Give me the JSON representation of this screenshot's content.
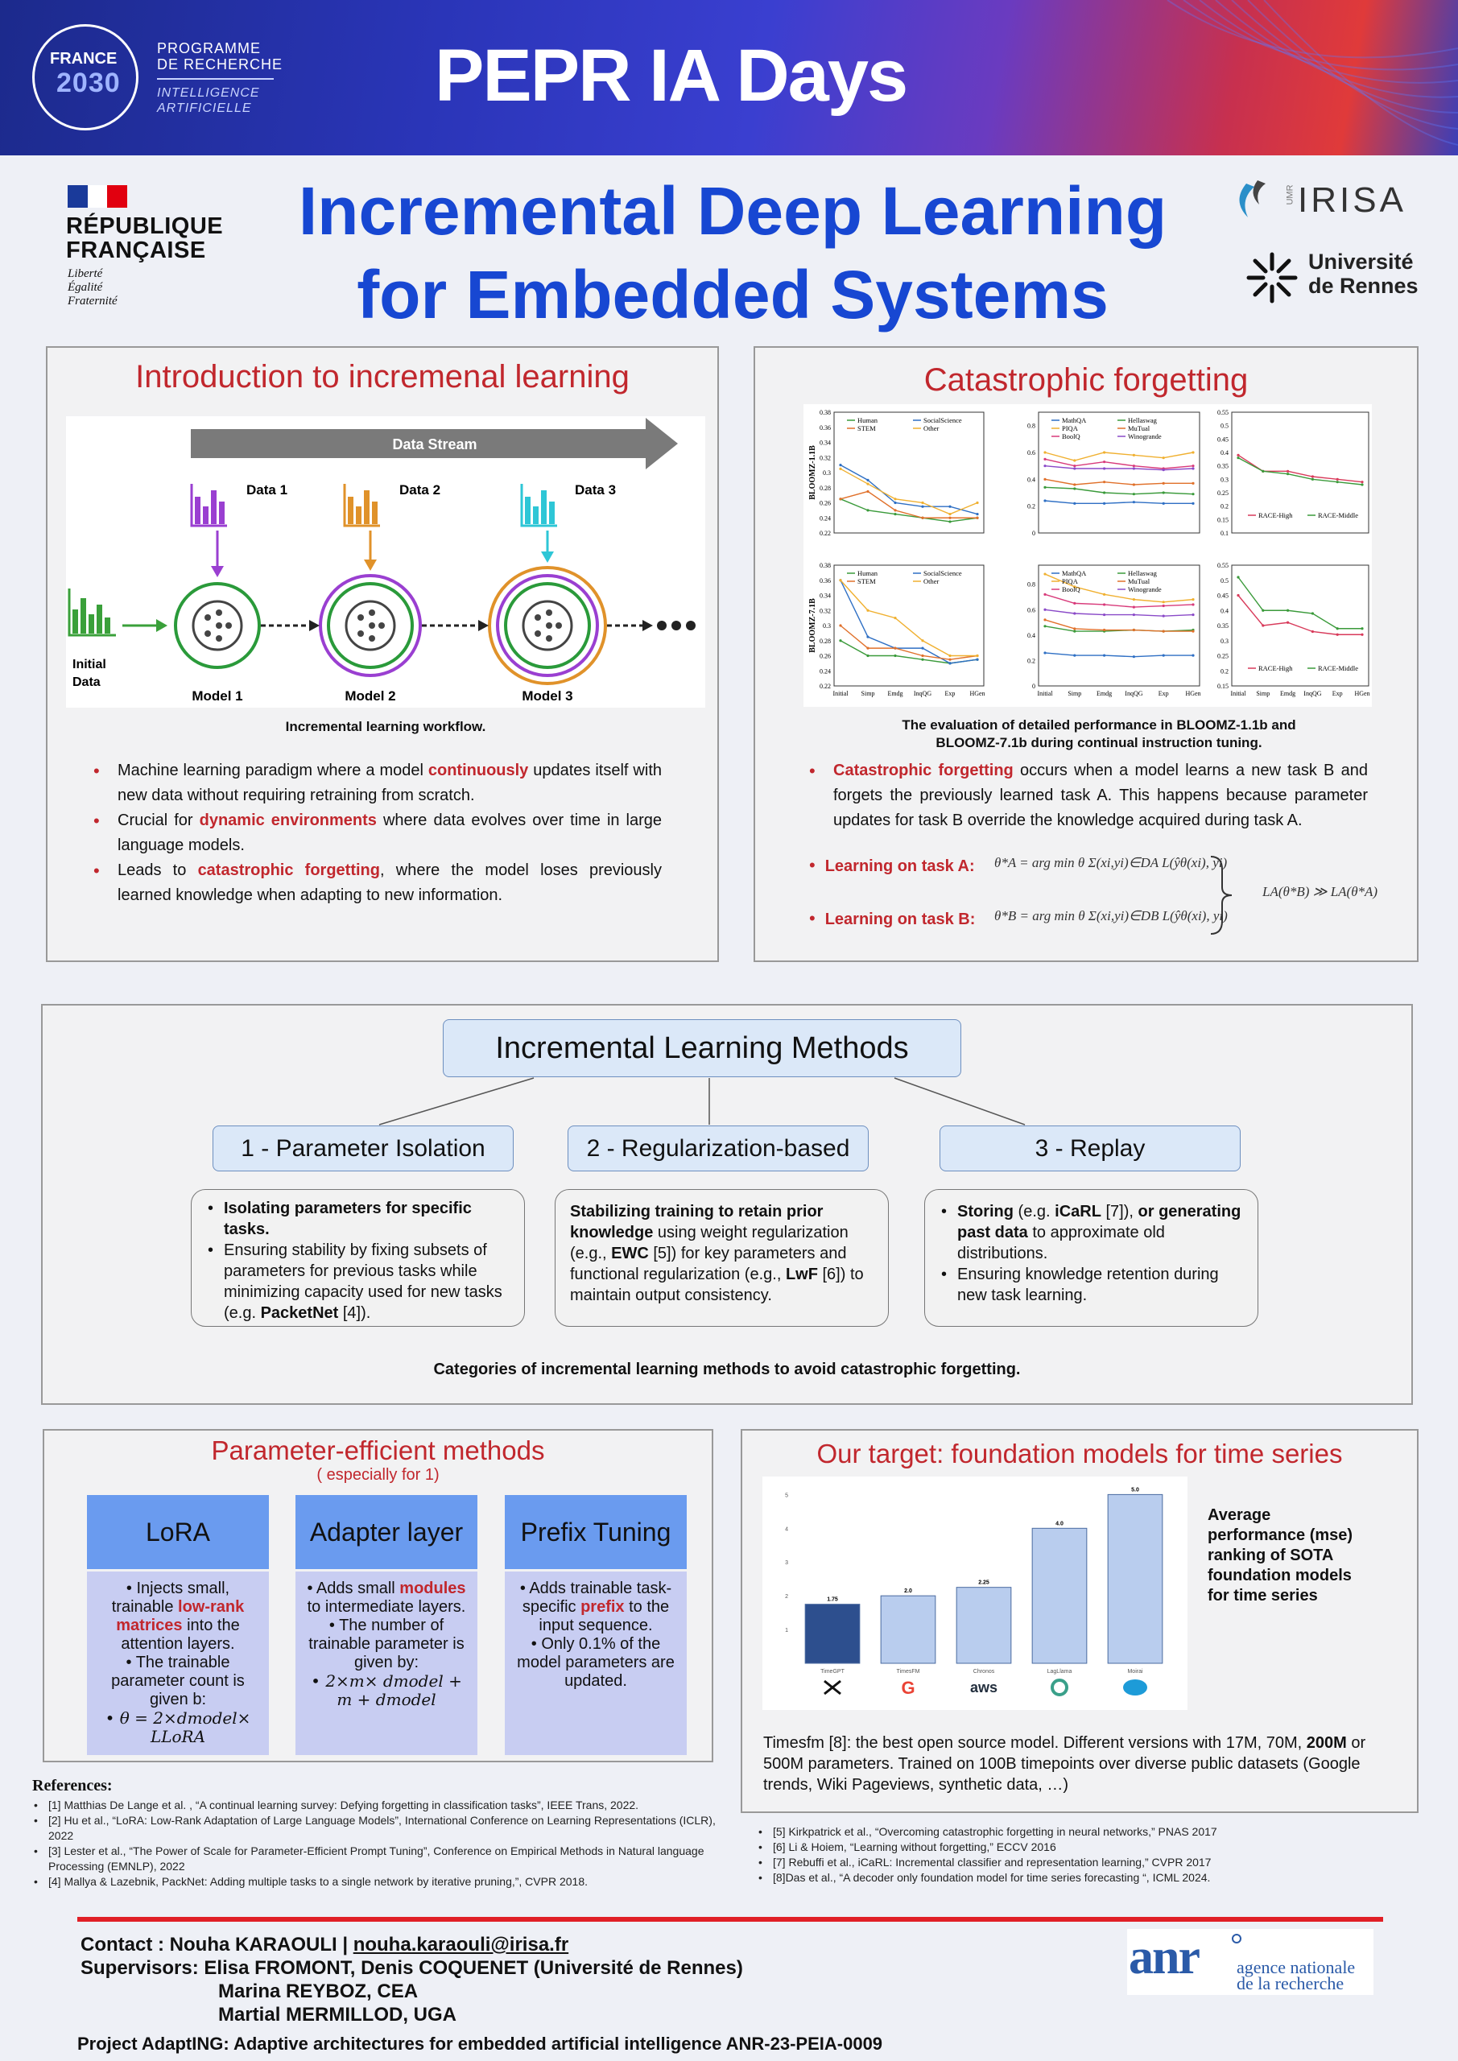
{
  "banner": {
    "france": "FRANCE",
    "year": "2030",
    "programme": "PROGRAMME\nDE RECHERCHE",
    "ia": "INTELLIGENCE\nARTIFICIELLE",
    "title": "PEPR IA Days"
  },
  "header": {
    "rf_name": "RÉPUBLIQUE\nFRANÇAISE",
    "rf_motto": "Liberté\nÉgalité\nFraternité",
    "title_line1": "Incremental Deep Learning",
    "title_line2": "for Embedded Systems",
    "irisa": "IRISA",
    "irisa_umr": "UMR",
    "univ": "Université\nde Rennes"
  },
  "intro": {
    "title": "Introduction to incremenal learning",
    "stream_label": "Data Stream",
    "data_labels": [
      "Data 1",
      "Data 2",
      "Data 3"
    ],
    "initial_label": "Initial\nData",
    "model_labels": [
      "Model 1",
      "Model 2",
      "Model 3"
    ],
    "caption": "Incremental learning workflow.",
    "bullets": [
      {
        "pre": "Machine learning paradigm where a model ",
        "hl": "continuously",
        "post": " updates itself with new data without requiring retraining from scratch."
      },
      {
        "pre": "Crucial for ",
        "hl": "dynamic environments",
        "post": " where data evolves over time in large language models."
      },
      {
        "pre": "Leads to ",
        "hl": "catastrophic forgetting",
        "post": ", where the model loses previously learned knowledge when adapting to new information."
      }
    ]
  },
  "cf": {
    "title": "Catastrophic forgetting",
    "caption": "The evaluation of detailed performance in BLOOMZ-1.1b and BLOOMZ-7.1b during continual instruction tuning.",
    "bullet1_hl": "Catastrophic forgetting",
    "bullet1_post": " occurs when a model learns a new task B and forgets the previously learned task A. This happens because parameter updates for task B override the knowledge acquired during task A.",
    "task_a": "Learning on task A:",
    "task_b": "Learning on task B:",
    "eq_a": "θ*A = arg min θ Σ(xi,yi)∈DA L(ŷθ(xi), yi)",
    "eq_b": "θ*B = arg min θ Σ(xi,yi)∈DB L(ŷθ(xi), yi)",
    "eq_result": "LA(θ*B) ≫ LA(θ*A)"
  },
  "cf_chart": {
    "x_ticks": [
      "Initial",
      "Simp",
      "Emdg",
      "InqQG",
      "Exp",
      "HGen"
    ],
    "row_labels": [
      "BLOOMZ-1.1B",
      "BLOOMZ-7.1B"
    ]
  },
  "chart_data": [
    {
      "type": "line",
      "title": "",
      "ylabel": "BLOOMZ-1.1B",
      "x": [
        "Initial",
        "Simp",
        "Emdg",
        "InqQG",
        "Exp",
        "HGen"
      ],
      "ylim": [
        0.22,
        0.38
      ],
      "yticks": [
        "0.38",
        "0.36",
        "0.34",
        "0.32",
        "0.3",
        "0.28",
        "0.26",
        "0.24",
        "0.22"
      ],
      "series": [
        {
          "name": "Human",
          "color": "#3a9a3a",
          "values": [
            0.265,
            0.25,
            0.245,
            0.24,
            0.235,
            0.24
          ]
        },
        {
          "name": "SocialScience",
          "color": "#2e6fc4",
          "values": [
            0.31,
            0.29,
            0.26,
            0.255,
            0.255,
            0.245
          ]
        },
        {
          "name": "STEM",
          "color": "#e0702a",
          "values": [
            0.265,
            0.275,
            0.25,
            0.24,
            0.24,
            0.24
          ]
        },
        {
          "name": "Other",
          "color": "#f0b030",
          "values": [
            0.305,
            0.285,
            0.265,
            0.26,
            0.245,
            0.26
          ]
        }
      ]
    },
    {
      "type": "line",
      "title": "",
      "x": [
        "Initial",
        "Simp",
        "Emdg",
        "InqQG",
        "Exp",
        "HGen"
      ],
      "ylim": [
        0,
        0.9
      ],
      "yticks": [
        "0.8",
        "0.6",
        "0.4",
        "0.2",
        "0"
      ],
      "series": [
        {
          "name": "MathQA",
          "color": "#2e6fc4",
          "values": [
            0.24,
            0.22,
            0.22,
            0.23,
            0.22,
            0.22
          ]
        },
        {
          "name": "Hellaswag",
          "color": "#3a9a3a",
          "values": [
            0.34,
            0.33,
            0.3,
            0.29,
            0.3,
            0.29
          ]
        },
        {
          "name": "PIQA",
          "color": "#f0b030",
          "values": [
            0.6,
            0.54,
            0.6,
            0.58,
            0.56,
            0.6
          ]
        },
        {
          "name": "MuTual",
          "color": "#e0702a",
          "values": [
            0.4,
            0.36,
            0.38,
            0.36,
            0.37,
            0.37
          ]
        },
        {
          "name": "BoolQ",
          "color": "#d83a7a",
          "values": [
            0.55,
            0.5,
            0.53,
            0.5,
            0.48,
            0.5
          ]
        },
        {
          "name": "Winogrande",
          "color": "#8a4ac8",
          "values": [
            0.5,
            0.48,
            0.48,
            0.48,
            0.47,
            0.48
          ]
        }
      ]
    },
    {
      "type": "line",
      "title": "",
      "x": [
        "Initial",
        "Simp",
        "Emdg",
        "InqQG",
        "Exp",
        "HGen"
      ],
      "ylim": [
        0.1,
        0.55
      ],
      "yticks": [
        "0.55",
        "0.5",
        "0.45",
        "0.4",
        "0.35",
        "0.3",
        "0.25",
        "0.2",
        "0.15",
        "0.1"
      ],
      "series": [
        {
          "name": "RACE-High",
          "color": "#d83a5a",
          "values": [
            0.39,
            0.33,
            0.33,
            0.31,
            0.3,
            0.29
          ]
        },
        {
          "name": "RACE-Middle",
          "color": "#3a9a3a",
          "values": [
            0.38,
            0.33,
            0.32,
            0.3,
            0.29,
            0.28
          ]
        }
      ]
    },
    {
      "type": "line",
      "title": "",
      "ylabel": "BLOOMZ-7.1B",
      "x": [
        "Initial",
        "Simp",
        "Emdg",
        "InqQG",
        "Exp",
        "HGen"
      ],
      "ylim": [
        0.22,
        0.38
      ],
      "yticks": [
        "0.38",
        "0.36",
        "0.34",
        "0.32",
        "0.3",
        "0.28",
        "0.26",
        "0.24",
        "0.22"
      ],
      "series": [
        {
          "name": "Human",
          "color": "#3a9a3a",
          "values": [
            0.28,
            0.26,
            0.26,
            0.255,
            0.25,
            0.255
          ]
        },
        {
          "name": "SocialScience",
          "color": "#2e6fc4",
          "values": [
            0.36,
            0.285,
            0.27,
            0.27,
            0.25,
            0.255
          ]
        },
        {
          "name": "STEM",
          "color": "#e0702a",
          "values": [
            0.3,
            0.27,
            0.27,
            0.26,
            0.255,
            0.26
          ]
        },
        {
          "name": "Other",
          "color": "#f0b030",
          "values": [
            0.36,
            0.32,
            0.31,
            0.28,
            0.26,
            0.26
          ]
        }
      ]
    },
    {
      "type": "line",
      "title": "",
      "x": [
        "Initial",
        "Simp",
        "Emdg",
        "InqQG",
        "Exp",
        "HGen"
      ],
      "ylim": [
        0,
        0.95
      ],
      "yticks": [
        "0.8",
        "0.6",
        "0.4",
        "0.2",
        "0"
      ],
      "series": [
        {
          "name": "MathQA",
          "color": "#2e6fc4",
          "values": [
            0.26,
            0.24,
            0.24,
            0.23,
            0.24,
            0.24
          ]
        },
        {
          "name": "Hellaswag",
          "color": "#3a9a3a",
          "values": [
            0.47,
            0.43,
            0.43,
            0.44,
            0.43,
            0.44
          ]
        },
        {
          "name": "PIQA",
          "color": "#f0b030",
          "values": [
            0.88,
            0.78,
            0.72,
            0.68,
            0.66,
            0.68
          ]
        },
        {
          "name": "MuTual",
          "color": "#e0702a",
          "values": [
            0.52,
            0.45,
            0.44,
            0.44,
            0.43,
            0.43
          ]
        },
        {
          "name": "BoolQ",
          "color": "#d83a7a",
          "values": [
            0.72,
            0.65,
            0.64,
            0.62,
            0.63,
            0.64
          ]
        },
        {
          "name": "Winogrande",
          "color": "#8a4ac8",
          "values": [
            0.6,
            0.57,
            0.56,
            0.56,
            0.55,
            0.56
          ]
        }
      ]
    },
    {
      "type": "line",
      "title": "",
      "x": [
        "Initial",
        "Simp",
        "Emdg",
        "InqQG",
        "Exp",
        "HGen"
      ],
      "ylim": [
        0.15,
        0.55
      ],
      "yticks": [
        "0.55",
        "0.5",
        "0.45",
        "0.4",
        "0.35",
        "0.3",
        "0.25",
        "0.2",
        "0.15"
      ],
      "series": [
        {
          "name": "RACE-High",
          "color": "#d83a5a",
          "values": [
            0.45,
            0.35,
            0.36,
            0.33,
            0.32,
            0.32
          ]
        },
        {
          "name": "RACE-Middle",
          "color": "#3a9a3a",
          "values": [
            0.51,
            0.4,
            0.4,
            0.39,
            0.34,
            0.34
          ]
        }
      ]
    },
    {
      "type": "bar",
      "title": "",
      "categories": [
        "TimeGPT",
        "TimesFM",
        "Chronos",
        "LagLlama",
        "Moirai"
      ],
      "values": [
        1.75,
        2.0,
        2.25,
        4.0,
        5.0
      ],
      "value_labels": [
        "1.75",
        "2.0",
        "2.25",
        "4.0",
        "5.0"
      ],
      "ylim": [
        0,
        5.2
      ],
      "yticks": [
        "5",
        "4",
        "3",
        "2",
        "1"
      ],
      "colors": [
        "#2d4f8e",
        "#b9cdee",
        "#b9cdee",
        "#b9cdee",
        "#b9cdee"
      ]
    }
  ],
  "methods": {
    "title": "Incremental Learning Methods",
    "m1": "1 - Parameter Isolation",
    "m2": "2 - Regularization-based",
    "m3": "3 - Replay",
    "m1_b1": "Isolating parameters for specific tasks.",
    "m1_b2": "Ensuring stability by fixing subsets of parameters for previous tasks while minimizing capacity used for new tasks (e.g. ",
    "m1_b2_bold": "PacketNet",
    "m1_b2_post": " [4]).",
    "m2_bold": "Stabilizing training to retain prior knowledge",
    "m2_a": " using weight regularization (e.g., ",
    "m2_ewc": "EWC",
    "m2_b": " [5]) for key parameters and functional regularization (e.g., ",
    "m2_lwf": "LwF",
    "m2_c": " [6]) to maintain output consistency.",
    "m3_b1_bold": "Storing",
    "m3_b1_a": " (e.g. ",
    "m3_b1_icarl": "iCaRL",
    "m3_b1_b": " [7]), ",
    "m3_b1_or": "or generating past data",
    "m3_b1_c": " to approximate old distributions.",
    "m3_b2": "Ensuring knowledge retention during new task learning.",
    "caption": "Categories of incremental learning methods to avoid catastrophic forgetting."
  },
  "pe": {
    "title": "Parameter-efficient methods",
    "subtitle": "( especially for 1)",
    "lora_title": "LoRA",
    "lora_1a": "Injects small, trainable ",
    "lora_1hl": "low-rank matrices",
    "lora_1b": " into the attention layers.",
    "lora_2": "The trainable parameter count is given b:",
    "lora_3": "θ = 2×dmodel× LLoRA",
    "adapter_title": "Adapter layer",
    "adapter_1a": "Adds small ",
    "adapter_1hl": "modules",
    "adapter_1b": " to intermediate layers.",
    "adapter_2": "The number of trainable parameter is given by:",
    "adapter_3": "2×m× dmodel + m + dmodel",
    "prefix_title": "Prefix Tuning",
    "prefix_1a": "Adds trainable task-specific ",
    "prefix_1hl": "prefix",
    "prefix_1b": " to the input sequence.",
    "prefix_2": "Only 0.1% of the model parameters are updated."
  },
  "target": {
    "title": "Our target: foundation models for time series",
    "side_label": "Average performance (mse) ranking of SOTA foundation models for time series",
    "desc_a": "Timesfm [8]: the best open source model. Different versions with 17M, 70M, ",
    "desc_bold": "200M",
    "desc_b": " or 500M parameters. Trained on 100B timepoints over diverse public datasets (Google trends, Wiki Pageviews, synthetic data,  …)",
    "logo_google": "G",
    "logo_aws": "aws"
  },
  "refs": {
    "heading": "References:",
    "left": [
      "[1] Matthias De Lange et al. , “A continual learning survey: Defying forgetting in classification tasks”, IEEE Trans, 2022.",
      "[2] Hu et al., “LoRA: Low-Rank Adaptation of Large Language Models”, International Conference on Learning Representations (ICLR), 2022",
      "[3] Lester et al., “The Power of Scale for Parameter-Efficient Prompt Tuning”, Conference on Empirical Methods in Natural language Processing (EMNLP), 2022",
      "[4] Mallya & Lazebnik, PackNet: Adding multiple tasks to a single network by iterative pruning,”, CVPR 2018."
    ],
    "right": [
      "[5] Kirkpatrick et al., “Overcoming catastrophic forgetting in neural networks,” PNAS 2017",
      "[6] Li & Hoiem, “Learning without forgetting,” ECCV 2016",
      "[7] Rebuffi et al.,   iCaRL: Incremental classifier and representation learning,” CVPR 2017",
      "[8]Das et al., “A decoder only foundation model for time series forecasting “, ICML 2024."
    ]
  },
  "contact": {
    "label": "Contact : Nouha KARAOULI  |  ",
    "email": "nouha.karaouli@irisa.fr",
    "sup1": "Supervisors: Elisa FROMONT, Denis COQUENET (Université de Rennes)",
    "sup2": "Marina REYBOZ, CEA",
    "sup3": "Martial MERMILLOD, UGA",
    "project": "Project AdaptING: Adaptive architectures for embedded artificial intelligence ANR-23-PEIA-0009"
  },
  "anr": {
    "logo": "anr",
    "name": "agence nationale\nde la recherche"
  },
  "colors": {
    "title_blue": "#1747d2",
    "accent_red": "#c1272d"
  }
}
